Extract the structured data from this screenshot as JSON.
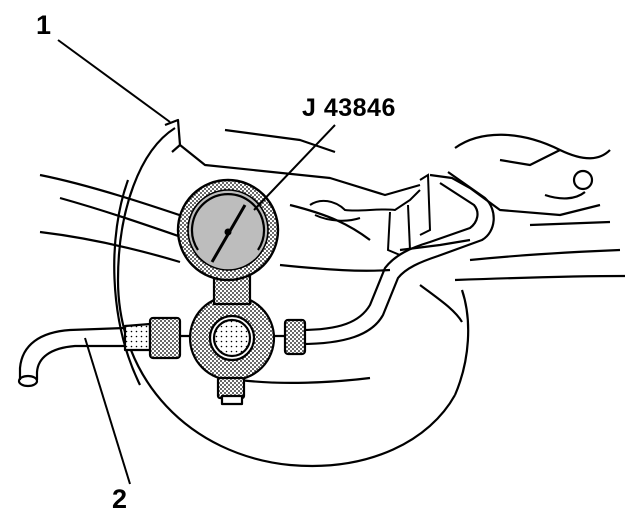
{
  "callouts": {
    "item_1": "1",
    "item_2": "2",
    "tool": "J 43846"
  },
  "colors": {
    "ink": "#000000",
    "paper": "#ffffff",
    "gauge_fill": "#b8b8b8"
  }
}
